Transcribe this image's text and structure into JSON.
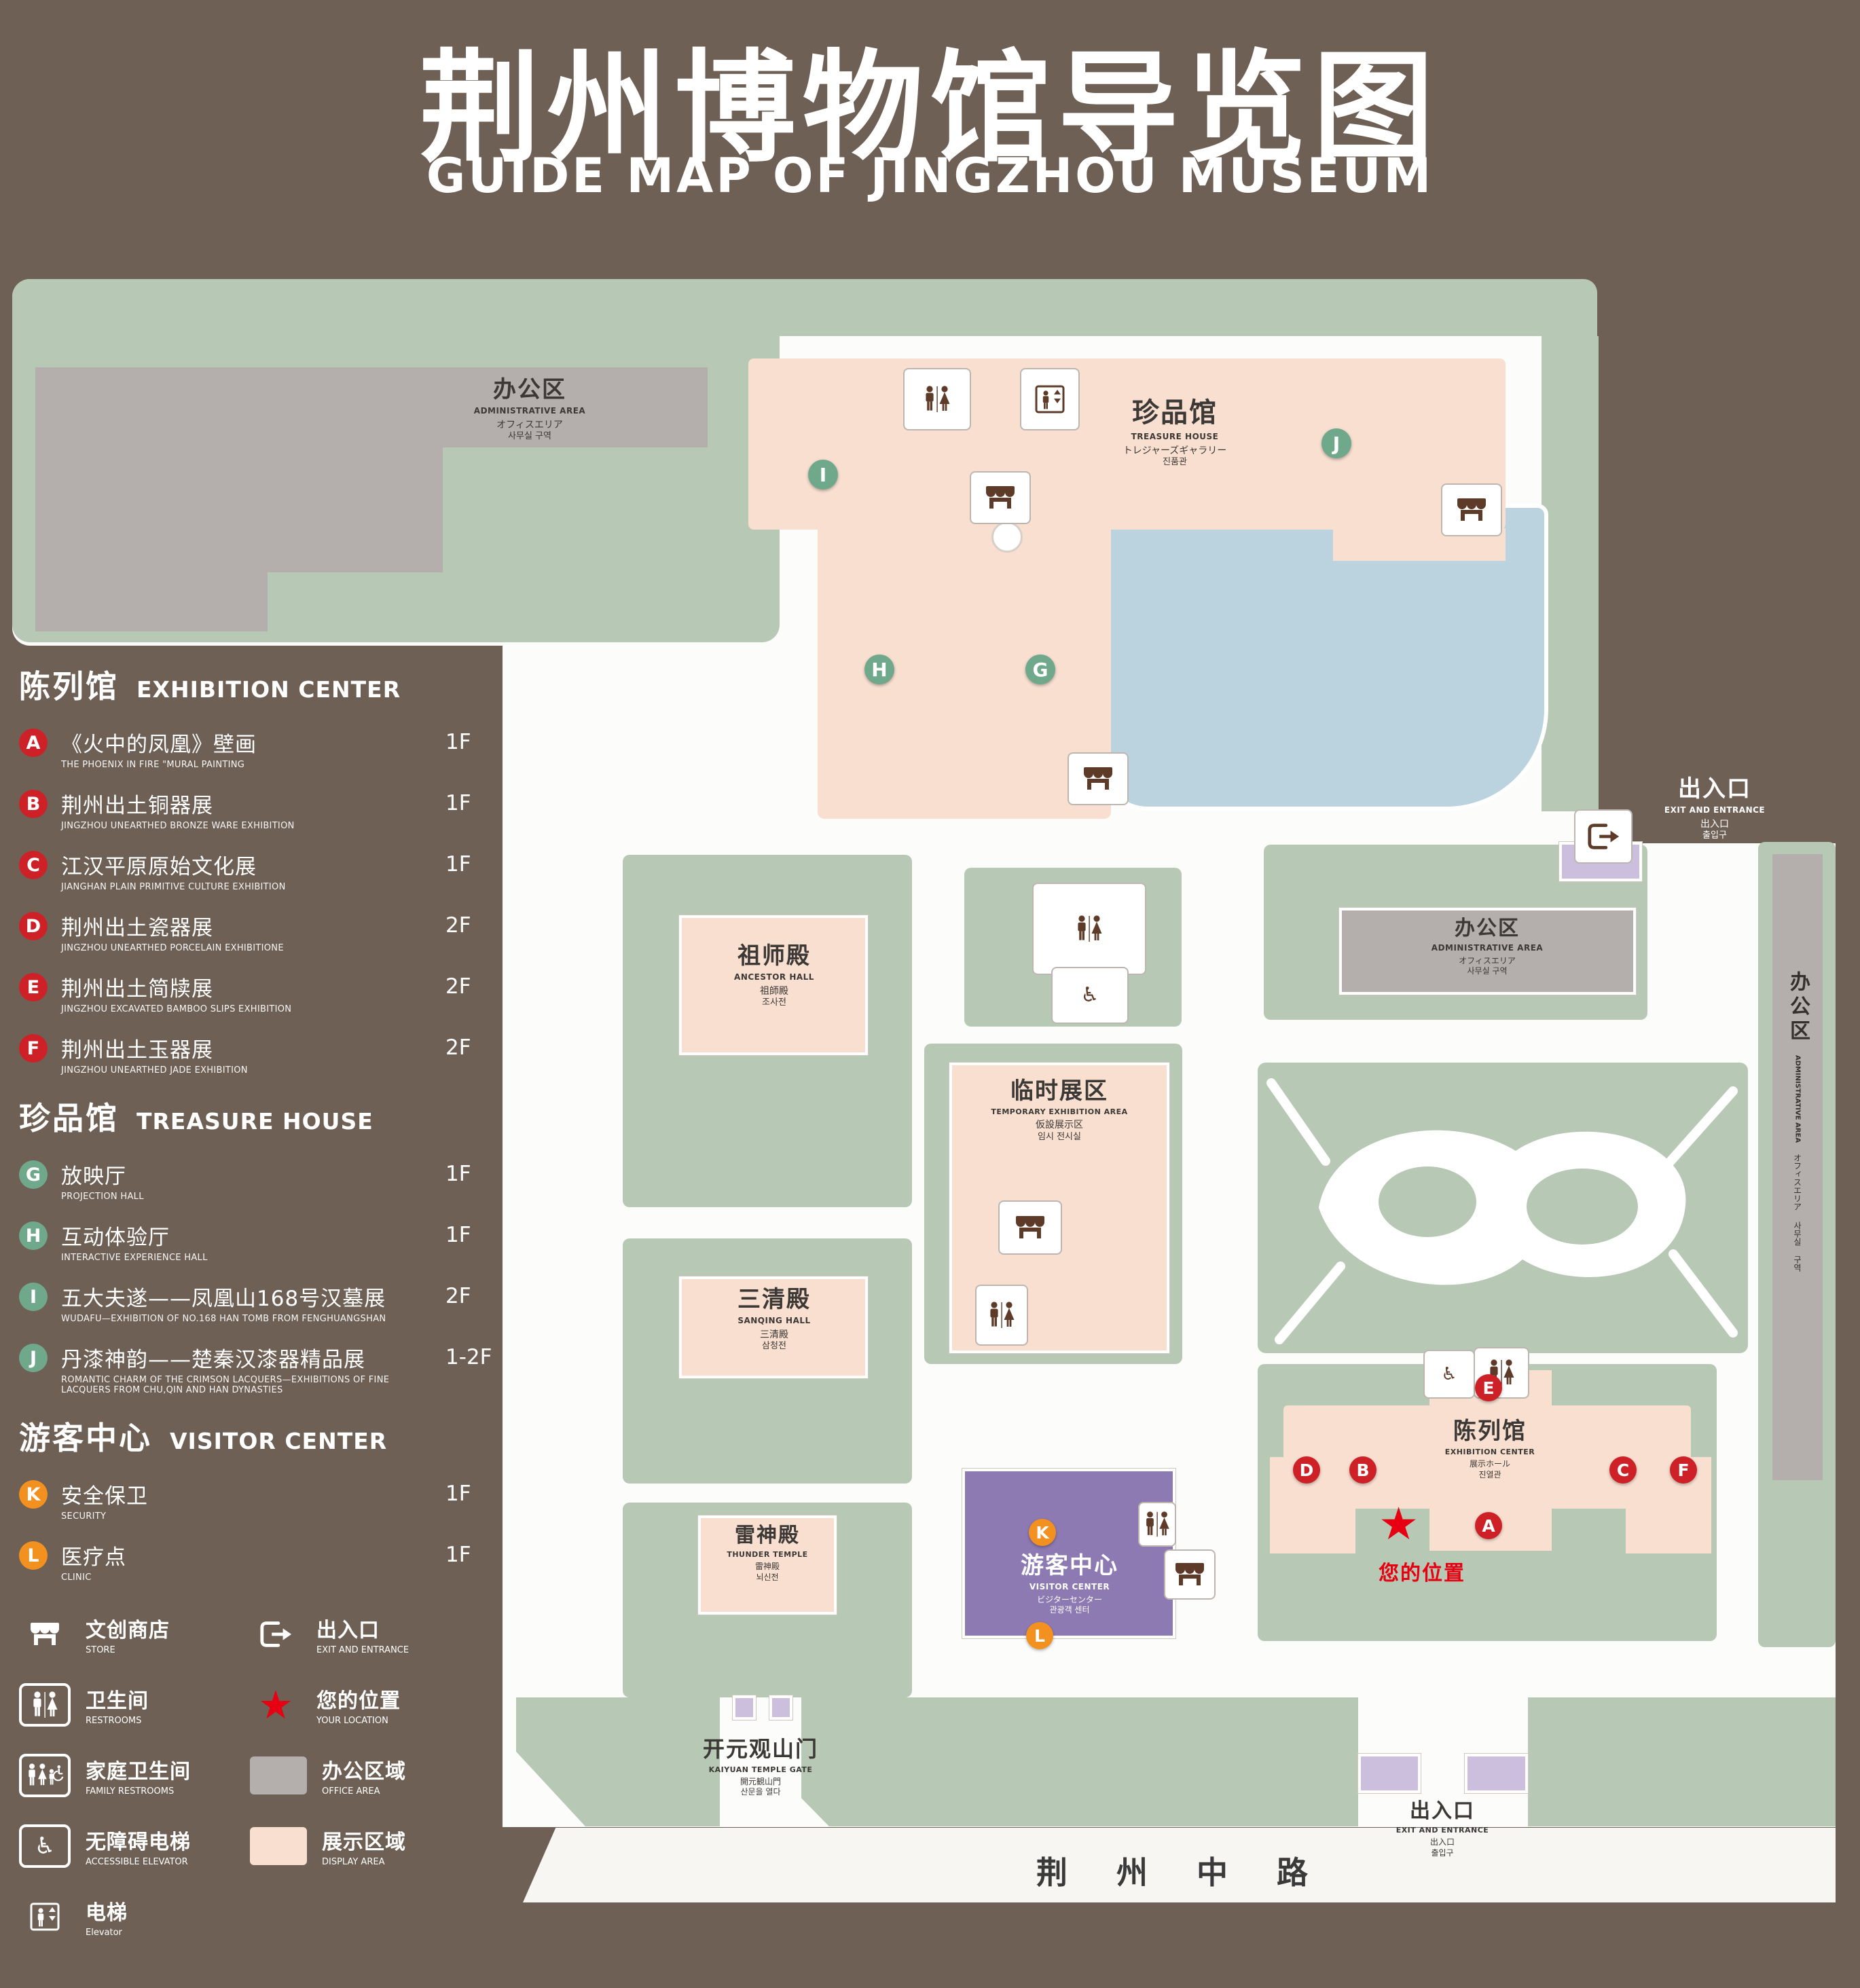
{
  "colors": {
    "background": "#6e6055",
    "lawn": "#b7c9b5",
    "display_area": "#f8dfd0",
    "office_area": "#b4afad",
    "pond": "#bad3de",
    "visitor_center": "#8d7ab2",
    "entrance_block": "#cbbfdd",
    "marker_red": "#cd2127",
    "marker_green": "#6fa88b",
    "marker_orange": "#f39120",
    "location_red": "#e60012"
  },
  "title": {
    "zh": "荆州博物馆导览图",
    "en": "GUIDE MAP OF JINGZHOU MUSEUM"
  },
  "icons": {
    "wheelchair": "♿",
    "arrow_up": "▲",
    "arrow_down": "▼",
    "star": "★"
  },
  "legend": {
    "sections": [
      {
        "zh": "陈列馆",
        "en": "EXHIBITION CENTER",
        "items": [
          {
            "letter": "A",
            "zh": "《火中的凤凰》壁画",
            "en": "THE PHOENIX IN FIRE \"MURAL PAINTING",
            "floor": "1F"
          },
          {
            "letter": "B",
            "zh": "荆州出土铜器展",
            "en": "JINGZHOU UNEARTHED BRONZE WARE EXHIBITION",
            "floor": "1F"
          },
          {
            "letter": "C",
            "zh": "江汉平原原始文化展",
            "en": "JIANGHAN PLAIN PRIMITIVE CULTURE EXHIBITION",
            "floor": "1F"
          },
          {
            "letter": "D",
            "zh": "荆州出土瓷器展",
            "en": "JINGZHOU UNEARTHED PORCELAIN EXHIBITIONE",
            "floor": "2F"
          },
          {
            "letter": "E",
            "zh": "荆州出土简牍展",
            "en": "JINGZHOU EXCAVATED BAMBOO SLIPS EXHIBITION",
            "floor": "2F"
          },
          {
            "letter": "F",
            "zh": "荆州出土玉器展",
            "en": "JINGZHOU UNEARTHED JADE EXHIBITION",
            "floor": "2F"
          }
        ]
      },
      {
        "zh": "珍品馆",
        "en": "TREASURE HOUSE",
        "items": [
          {
            "letter": "G",
            "zh": "放映厅",
            "en": "PROJECTION HALL",
            "floor": "1F"
          },
          {
            "letter": "H",
            "zh": "互动体验厅",
            "en": "INTERACTIVE EXPERIENCE HALL",
            "floor": "1F"
          },
          {
            "letter": "I",
            "zh": "五大夫遂——凤凰山168号汉墓展",
            "en": "WUDAFU—EXHIBITION OF NO.168 HAN TOMB FROM FENGHUANGSHAN",
            "floor": "2F"
          },
          {
            "letter": "J",
            "zh": "丹漆神韵——楚秦汉漆器精品展",
            "en": "ROMANTIC CHARM OF THE CRIMSON LACQUERS—EXHIBITIONS OF FINE LACQUERS FROM CHU,QIN AND HAN DYNASTIES",
            "floor": "1-2F"
          }
        ]
      },
      {
        "zh": "游客中心",
        "en": "VISITOR CENTER",
        "items": [
          {
            "letter": "K",
            "zh": "安全保卫",
            "en": "SECURITY",
            "floor": "1F"
          },
          {
            "letter": "L",
            "zh": "医疗点",
            "en": "CLINIC",
            "floor": "1F"
          }
        ]
      }
    ],
    "icon_rows": [
      {
        "zh": "文创商店",
        "en": "STORE"
      },
      {
        "zh": "出入口",
        "en": "EXIT AND ENTRANCE"
      },
      {
        "zh": "卫生间",
        "en": "RESTROOMS"
      },
      {
        "zh": "您的位置",
        "en": "YOUR LOCATION"
      },
      {
        "zh": "家庭卫生间",
        "en": "FAMILY RESTROOMS"
      },
      {
        "zh": "办公区域",
        "en": "OFFICE AREA"
      },
      {
        "zh": "无障碍电梯",
        "en": "ACCESSIBLE ELEVATOR"
      },
      {
        "zh": "展示区域",
        "en": "DISPLAY AREA"
      },
      {
        "zh": "电梯",
        "en": "Elevator"
      }
    ]
  },
  "map": {
    "labels": {
      "admin_top": {
        "zh": "办公区",
        "en": "ADMINISTRATIVE AREA",
        "jp": "オフィスエリア",
        "kr": "사무실 구역"
      },
      "treasure": {
        "zh": "珍品馆",
        "en": "TREASURE HOUSE",
        "jp": "トレジャーズギャラリー",
        "kr": "진품관"
      },
      "exit_right": {
        "zh": "出入口",
        "en": "EXIT AND ENTRANCE",
        "jp": "出入口",
        "kr": "출입구"
      },
      "ancestor": {
        "zh": "祖师殿",
        "en": "ANCESTOR HALL",
        "jp": "祖師殿",
        "kr": "조사전"
      },
      "admin_right": {
        "zh": "办公区",
        "en": "ADMINISTRATIVE AREA",
        "jp": "オフィスエリア",
        "kr": "사무실 구역"
      },
      "temporary": {
        "zh": "临时展区",
        "en": "TEMPORARY EXHIBITION AREA",
        "jp": "仮設展示区",
        "kr": "임시 전시실"
      },
      "sanqing": {
        "zh": "三清殿",
        "en": "SANQING HALL",
        "jp": "三清殿",
        "kr": "삼청전"
      },
      "thunder": {
        "zh": "雷神殿",
        "en": "THUNDER TEMPLE",
        "jp": "雷神殿",
        "kr": "뇌신전"
      },
      "visitor": {
        "zh": "游客中心",
        "en": "VISITOR CENTER",
        "jp": "ビジターセンター",
        "kr": "관광객 센터"
      },
      "exhibition": {
        "zh": "陈列馆",
        "en": "EXHIBITION CENTER",
        "jp": "展示ホール",
        "kr": "진열관"
      },
      "admin_side": {
        "zh": "办公区",
        "en": "ADMINISTRATIVE AREA",
        "jp": "オフィスエリア",
        "kr": "사무실 구역"
      },
      "gate": {
        "zh": "开元观山门",
        "en": "KAIYUAN TEMPLE GATE",
        "jp": "開元観山門",
        "kr": "산문을 열다"
      },
      "exit_bottom": {
        "zh": "出入口",
        "en": "EXIT AND ENTRANCE",
        "jp": "出入口",
        "kr": "출입구"
      },
      "road": "荆 州 中 路",
      "your_location": "您的位置"
    },
    "markers": {
      "A": "A",
      "B": "B",
      "C": "C",
      "D": "D",
      "E": "E",
      "F": "F",
      "G": "G",
      "H": "H",
      "I": "I",
      "J": "J",
      "K": "K",
      "L": "L"
    }
  }
}
